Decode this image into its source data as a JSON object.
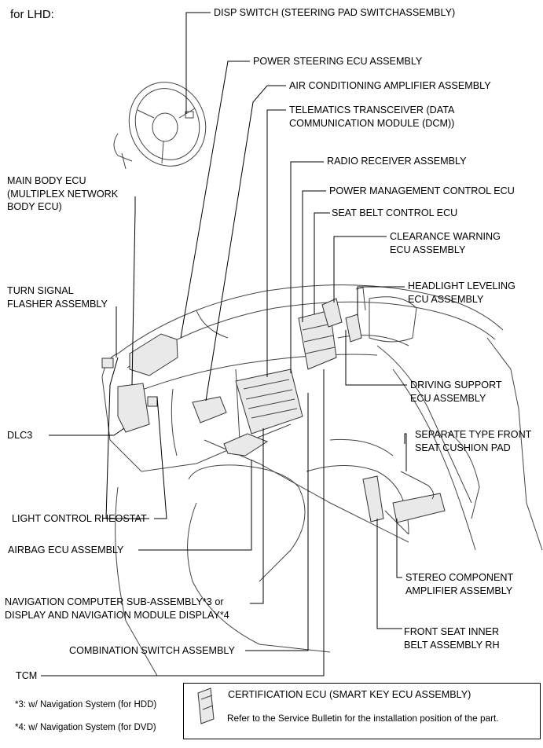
{
  "header": "for LHD:",
  "labels": {
    "disp_switch": "DISP SWITCH (STEERING PAD SWITCHASSEMBLY)",
    "power_steering_ecu": "POWER STEERING ECU ASSEMBLY",
    "air_conditioning_amplifier": "AIR CONDITIONING AMPLIFIER ASSEMBLY",
    "telematics_transceiver": "TELEMATICS TRANSCEIVER (DATA\nCOMMUNICATION MODULE (DCM))",
    "radio_receiver": "RADIO RECEIVER ASSEMBLY",
    "power_management_ecu": "POWER MANAGEMENT CONTROL ECU",
    "seat_belt_ecu": "SEAT BELT CONTROL ECU",
    "clearance_warning_ecu": "CLEARANCE WARNING\nECU ASSEMBLY",
    "headlight_leveling_ecu": "HEADLIGHT LEVELING\nECU ASSEMBLY",
    "main_body_ecu": "MAIN BODY ECU\n(MULTIPLEX NETWORK\nBODY ECU)",
    "turn_signal_flasher": "TURN SIGNAL\nFLASHER ASSEMBLY",
    "driving_support_ecu": "DRIVING SUPPORT\nECU ASSEMBLY",
    "dlc3": "DLC3",
    "separate_type_front_seat": "SEPARATE TYPE FRONT\nSEAT CUSHION PAD",
    "light_control_rheostat": "LIGHT CONTROL RHEOSTAT",
    "airbag_ecu": "AIRBAG ECU ASSEMBLY",
    "stereo_component_amplifier": "STEREO COMPONENT\nAMPLIFIER ASSEMBLY",
    "navigation_computer": "NAVIGATION COMPUTER SUB-ASSEMBLY*3 or\nDISPLAY AND NAVIGATION MODULE DISPLAY*4",
    "front_seat_inner_belt": "FRONT SEAT INNER\nBELT ASSEMBLY RH",
    "combination_switch": "COMBINATION SWITCH ASSEMBLY",
    "tcm": "TCM"
  },
  "legend": {
    "certification_ecu": "CERTIFICATION ECU (SMART KEY ECU ASSEMBLY)",
    "service_note": "Refer to the Service Bulletin for the installation position of the part."
  },
  "footnotes": {
    "note3": "*3: w/ Navigation System (for HDD)",
    "note4": "*4: w/ Navigation System (for DVD)"
  }
}
